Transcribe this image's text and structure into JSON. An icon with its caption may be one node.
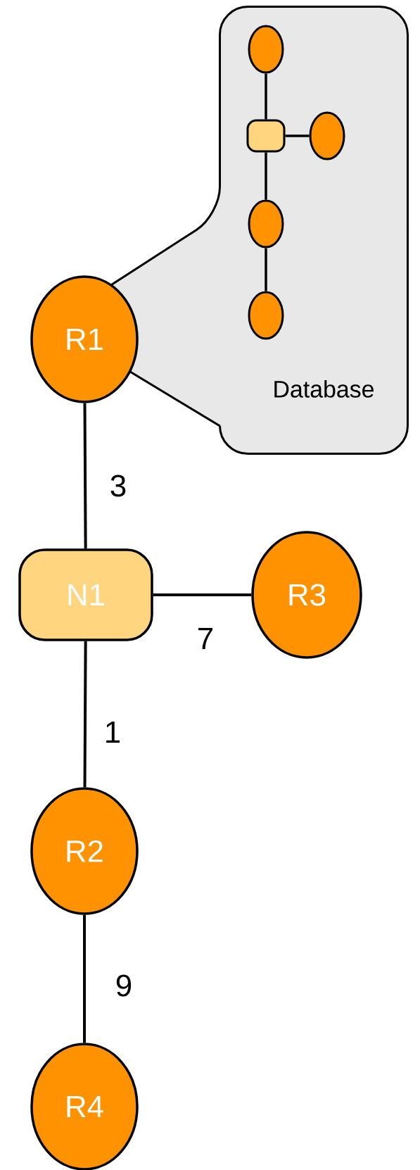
{
  "diagram": {
    "nodes": [
      {
        "text": [
          "Database"
        ]
      },
      {
        "text": [],
        "shape": "circle",
        "in": 0
      },
      {
        "text": [],
        "shape": "box",
        "in": 0
      },
      {
        "text": [],
        "shape": "circle",
        "in": 0
      },
      {
        "text": [],
        "shape": "circle",
        "in": 0
      },
      {
        "text": [],
        "shape": "circle",
        "in": 0
      },
      {
        "text": [
          "R1"
        ]
      },
      {
        "text": [
          "N1"
        ]
      },
      {
        "text": [
          "R3"
        ]
      },
      {
        "text": [
          "R2"
        ]
      },
      {
        "text": [
          "R4"
        ]
      }
    ],
    "edges": [
      {
        "from": 1,
        "to": 2,
        "arrow": "none"
      },
      {
        "from": 2,
        "to": 3,
        "arrow": "none"
      },
      {
        "from": 2,
        "to": 4,
        "arrow": "none"
      },
      {
        "from": 4,
        "to": 5,
        "arrow": "none"
      },
      {
        "from": 6,
        "to": 7,
        "arrow": "none",
        "label": "3"
      },
      {
        "from": 7,
        "to": 8,
        "arrow": "none",
        "label": "7"
      },
      {
        "from": 7,
        "to": 9,
        "arrow": "none",
        "label": "1"
      },
      {
        "from": 9,
        "to": 10,
        "arrow": "none",
        "label": "9"
      }
    ]
  }
}
